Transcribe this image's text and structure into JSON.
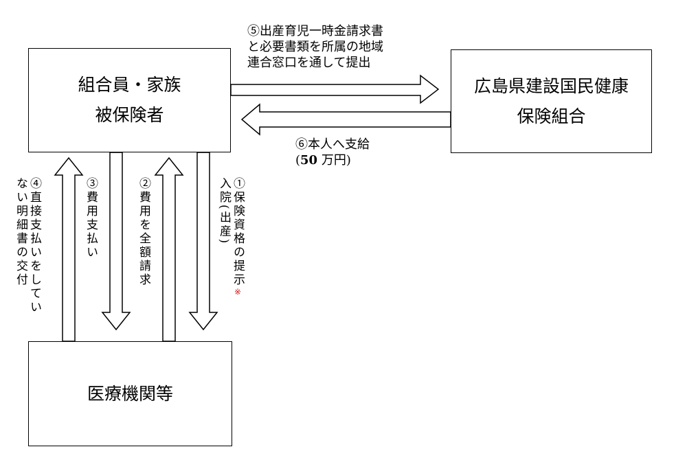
{
  "member": {
    "line1": "組合員・家族",
    "line2": "被保険者"
  },
  "insurer": {
    "line1": "広島県建設国民健康",
    "line2": "保険組合"
  },
  "hospital": {
    "label": "医療機関等"
  },
  "step5": {
    "line1": "⑤出産育児一時金請求書",
    "line2": "と必要書類を所属の地域",
    "line3": "連合窓口を通して提出"
  },
  "step6": {
    "line1": "⑥本人へ支給",
    "amount_open": "(",
    "amount_num": "50",
    "amount_rest": " 万円)"
  },
  "step1": {
    "col1": "①保険資格の提示",
    "mark": "※",
    "col2": "入院(出産)"
  },
  "step2": {
    "col1": "②費用を全額請求"
  },
  "step3": {
    "col1": "③費用支払い"
  },
  "step4": {
    "col1": "④直接支払いをしてい",
    "col2": "ない明細書の交付"
  }
}
